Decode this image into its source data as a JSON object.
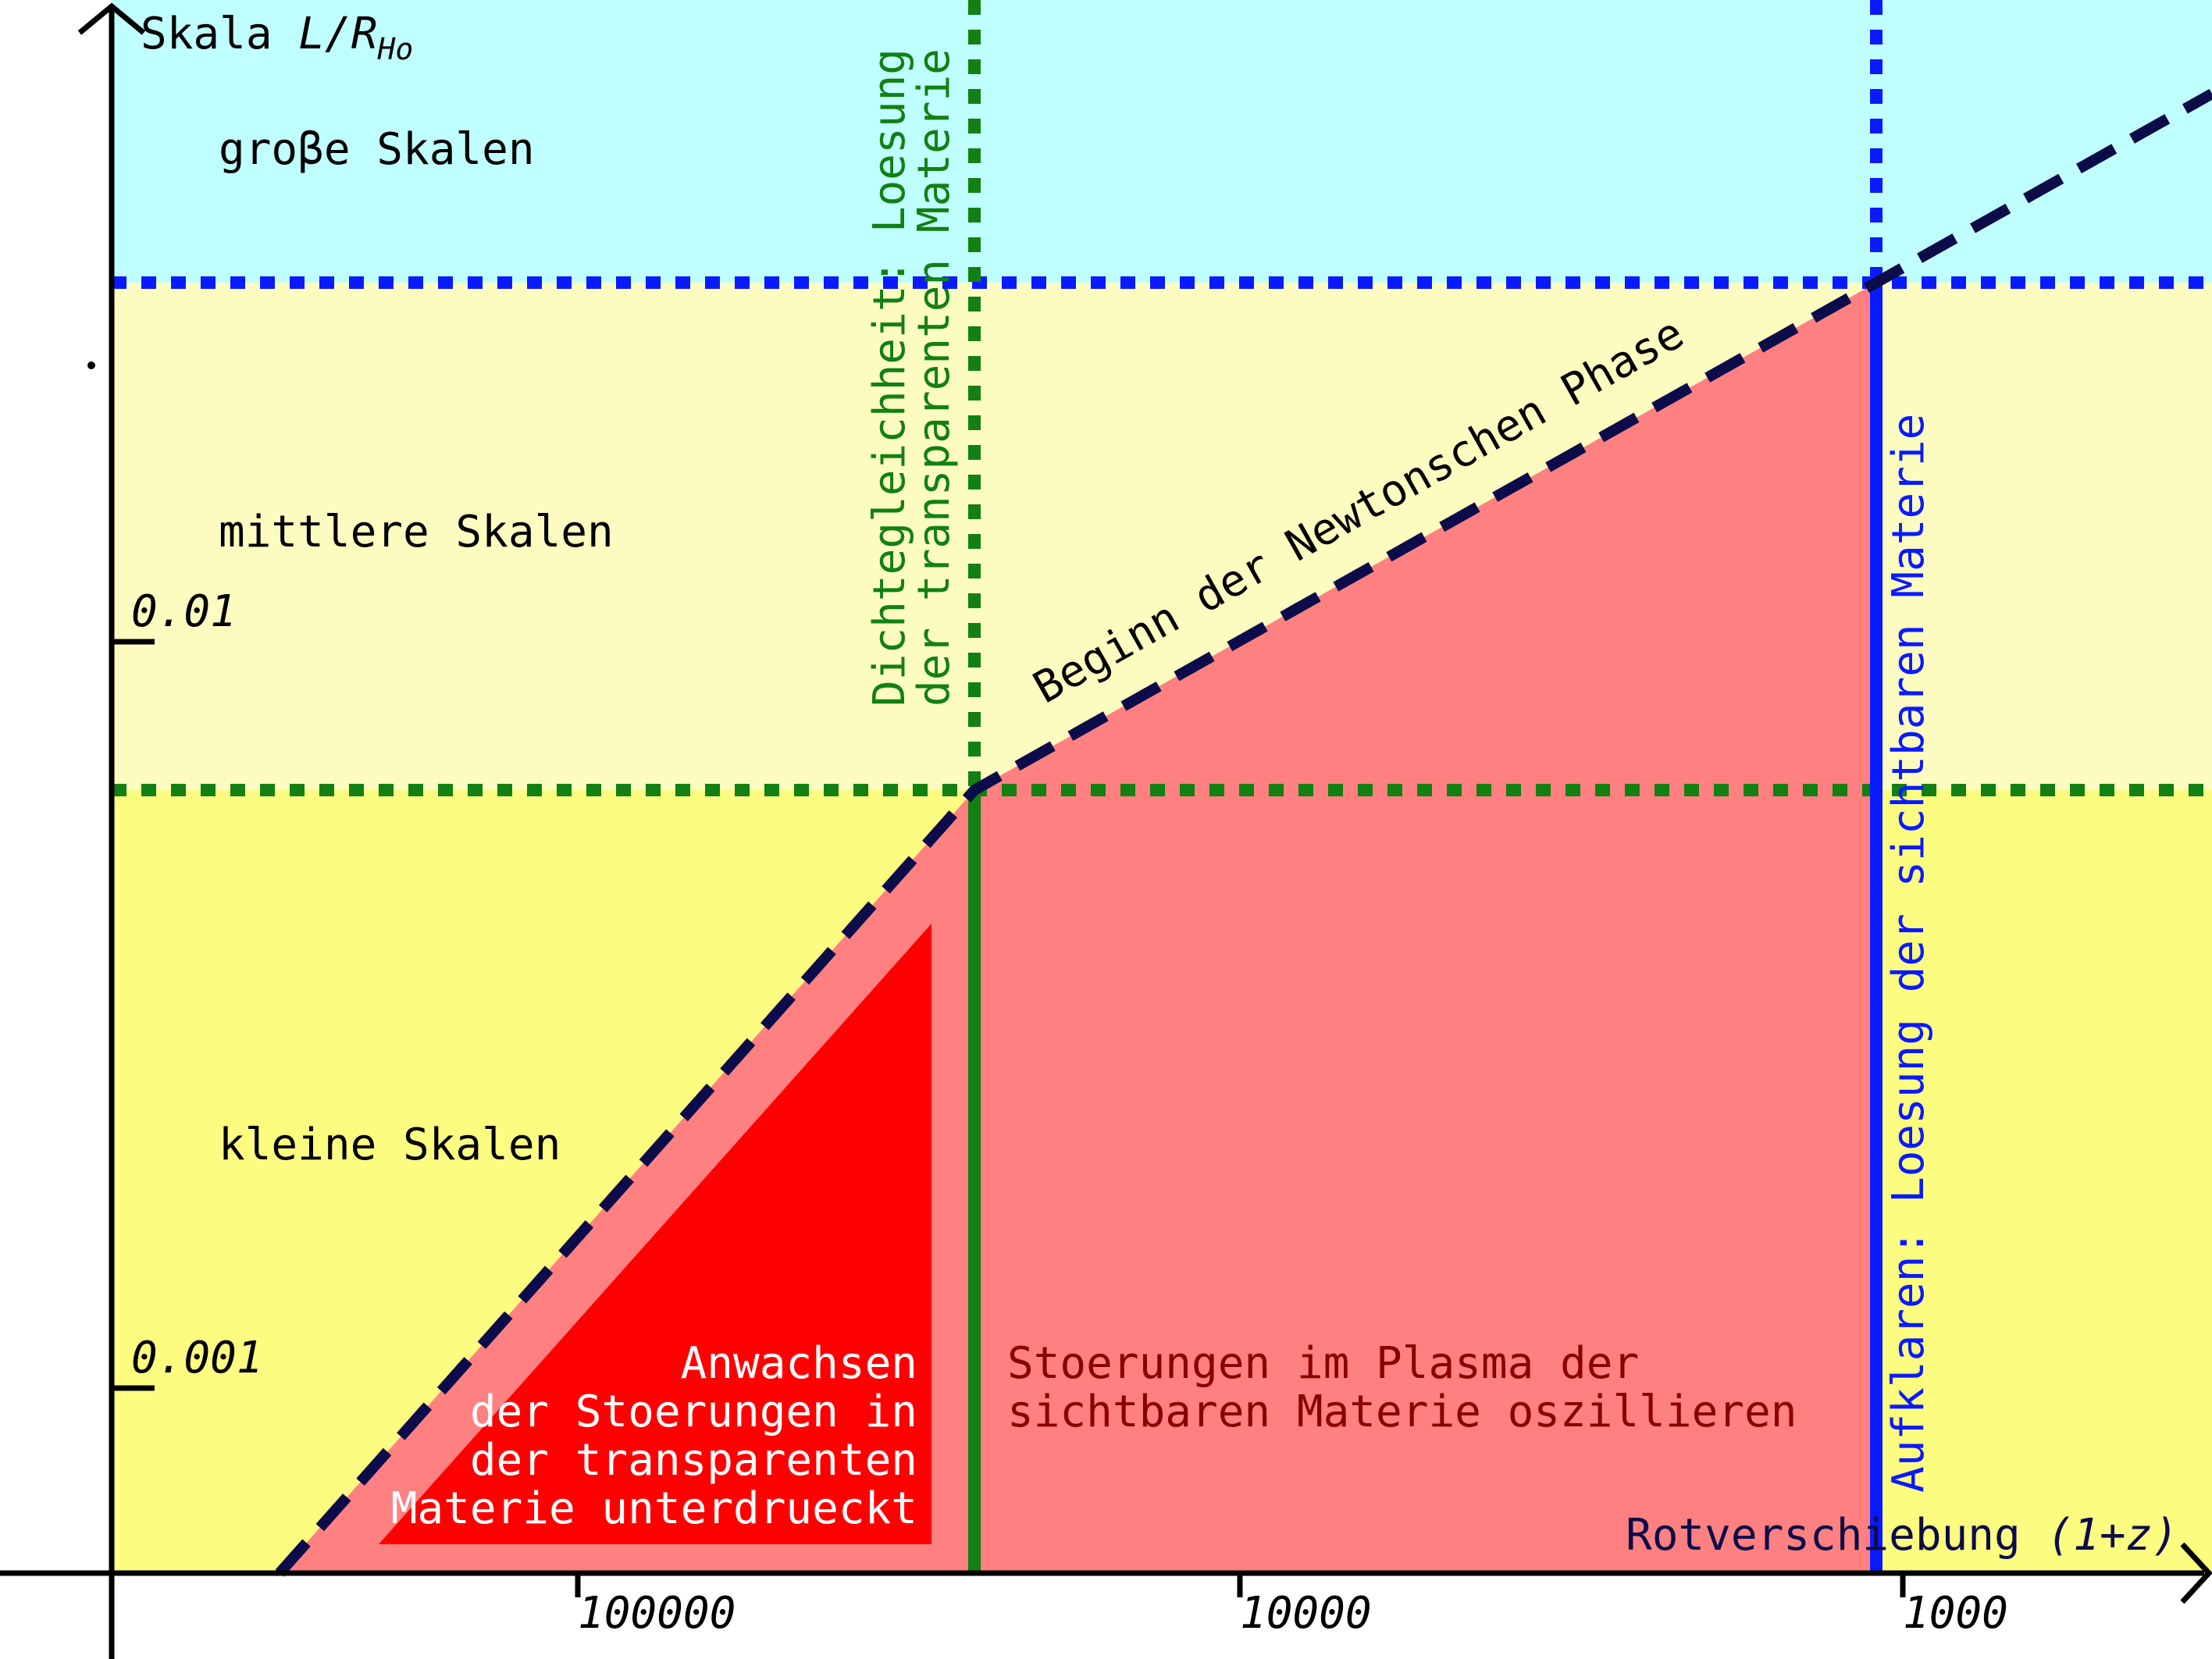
{
  "bands": {
    "large_label": "groβe Skalen",
    "medium_label": "mittlere Skalen",
    "small_label": "kleine Skalen"
  },
  "axes": {
    "y_label_prefix": "Skala ",
    "y_label_var": "L/R",
    "y_label_sub": "Ho",
    "x_label": "Rotverschiebung ",
    "x_label_var": "(1+z)",
    "y_ticks": [
      "0.01",
      "0.001"
    ],
    "x_ticks": [
      "100000",
      "10000",
      "1000"
    ]
  },
  "annotations": {
    "green_vertical_line1": "Dichtegleichheit: Loesung",
    "green_vertical_line2": "der transparenten Materie",
    "blue_vertical": "Aufklaren: Loesung der sichtbaren Materie",
    "diagonal": "Beginn der Newtonschen Phase",
    "red_triangle_lines": [
      "Anwachsen",
      "der Stoerungen in",
      "der transparenten",
      "Materie unterdrueckt"
    ],
    "plasma_lines": [
      "Stoerungen im Plasma der",
      "sichtbaren Materie oszillieren"
    ]
  },
  "colors": {
    "large_band": "#c0ffff",
    "medium_band": "#fcfcc0",
    "small_band": "#fcfc80",
    "growth_region": "#ff8080",
    "suppressed_region": "#ff0000",
    "equality_line": "#128012",
    "decoupling_line": "#0a1aff",
    "newton_line": "#0c0c4a",
    "plasma_text": "#8a0000",
    "white_text": "#ffffff"
  }
}
